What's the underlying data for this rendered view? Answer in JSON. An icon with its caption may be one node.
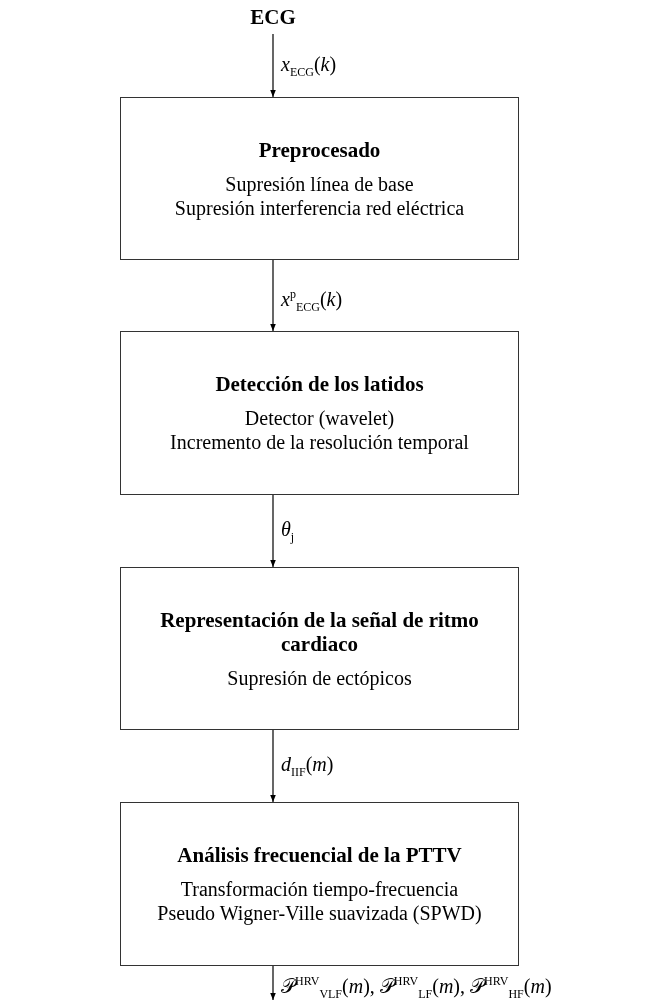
{
  "diagram": {
    "nodes": [
      {
        "text": [
          "ECG"
        ]
      },
      {
        "text": [
          "Preprocesado",
          "Supresión línea de base",
          "Supresión interferencia red eléctrica"
        ]
      },
      {
        "text": [
          "Detección de los latidos",
          "Detector (wavelet)",
          "Incremento de la resolución temporal"
        ]
      },
      {
        "text": [
          "Representación de la señal de ritmo cardiaco",
          "Supresión de ectópicos"
        ]
      },
      {
        "text": [
          "Análisis frecuencial de la PTTV",
          "Transformación tiempo-frecuencia",
          "Pseudo Wigner-Ville suavizada (SPWD)"
        ]
      }
    ],
    "edges": [
      {
        "from": 0,
        "to": 1,
        "arrow": "to",
        "label": "*x*$_{ECG}$(*k*)"
      },
      {
        "from": 1,
        "to": 2,
        "arrow": "to",
        "label": "*x*$^{p}$$_{ECG}$(*k*)"
      },
      {
        "from": 2,
        "to": 3,
        "arrow": "to",
        "label": "*θ*$_{j}$"
      },
      {
        "from": 3,
        "to": 4,
        "arrow": "to",
        "label": "*d*$_{IIF}$(*m*)"
      },
      {
        "from": 4,
        "to": null,
        "arrow": "to",
        "label": "𝒫$^{HRV}$$_{VLF}$(*m*), 𝒫$^{HRV}$$_{LF}$(*m*), 𝒫$^{HRV}$$_{HF}$(*m*)"
      }
    ]
  }
}
